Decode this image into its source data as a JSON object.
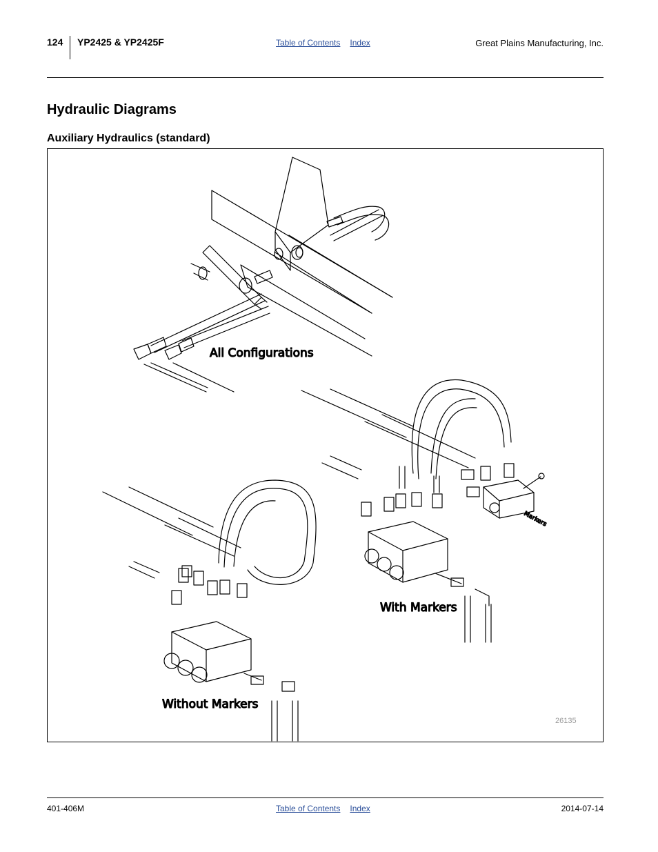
{
  "header": {
    "page_number": "124",
    "model": "YP2425 & YP2425F",
    "toc_link": "Table of Contents",
    "index_link": "Index",
    "company": "Great Plains Manufacturing, Inc."
  },
  "section_title": "Hydraulic Diagrams",
  "subsection_title": "Auxiliary Hydraulics (standard)",
  "figure": {
    "callout_all": "All Configurations",
    "callout_with": "With Markers",
    "callout_without": "Without Markers",
    "callout_markers_port": "Markers",
    "figure_number": "26135"
  },
  "footer": {
    "doc_number": "401-406M",
    "toc_link": "Table of Contents",
    "index_link": "Index",
    "date": "2014-07-14"
  }
}
